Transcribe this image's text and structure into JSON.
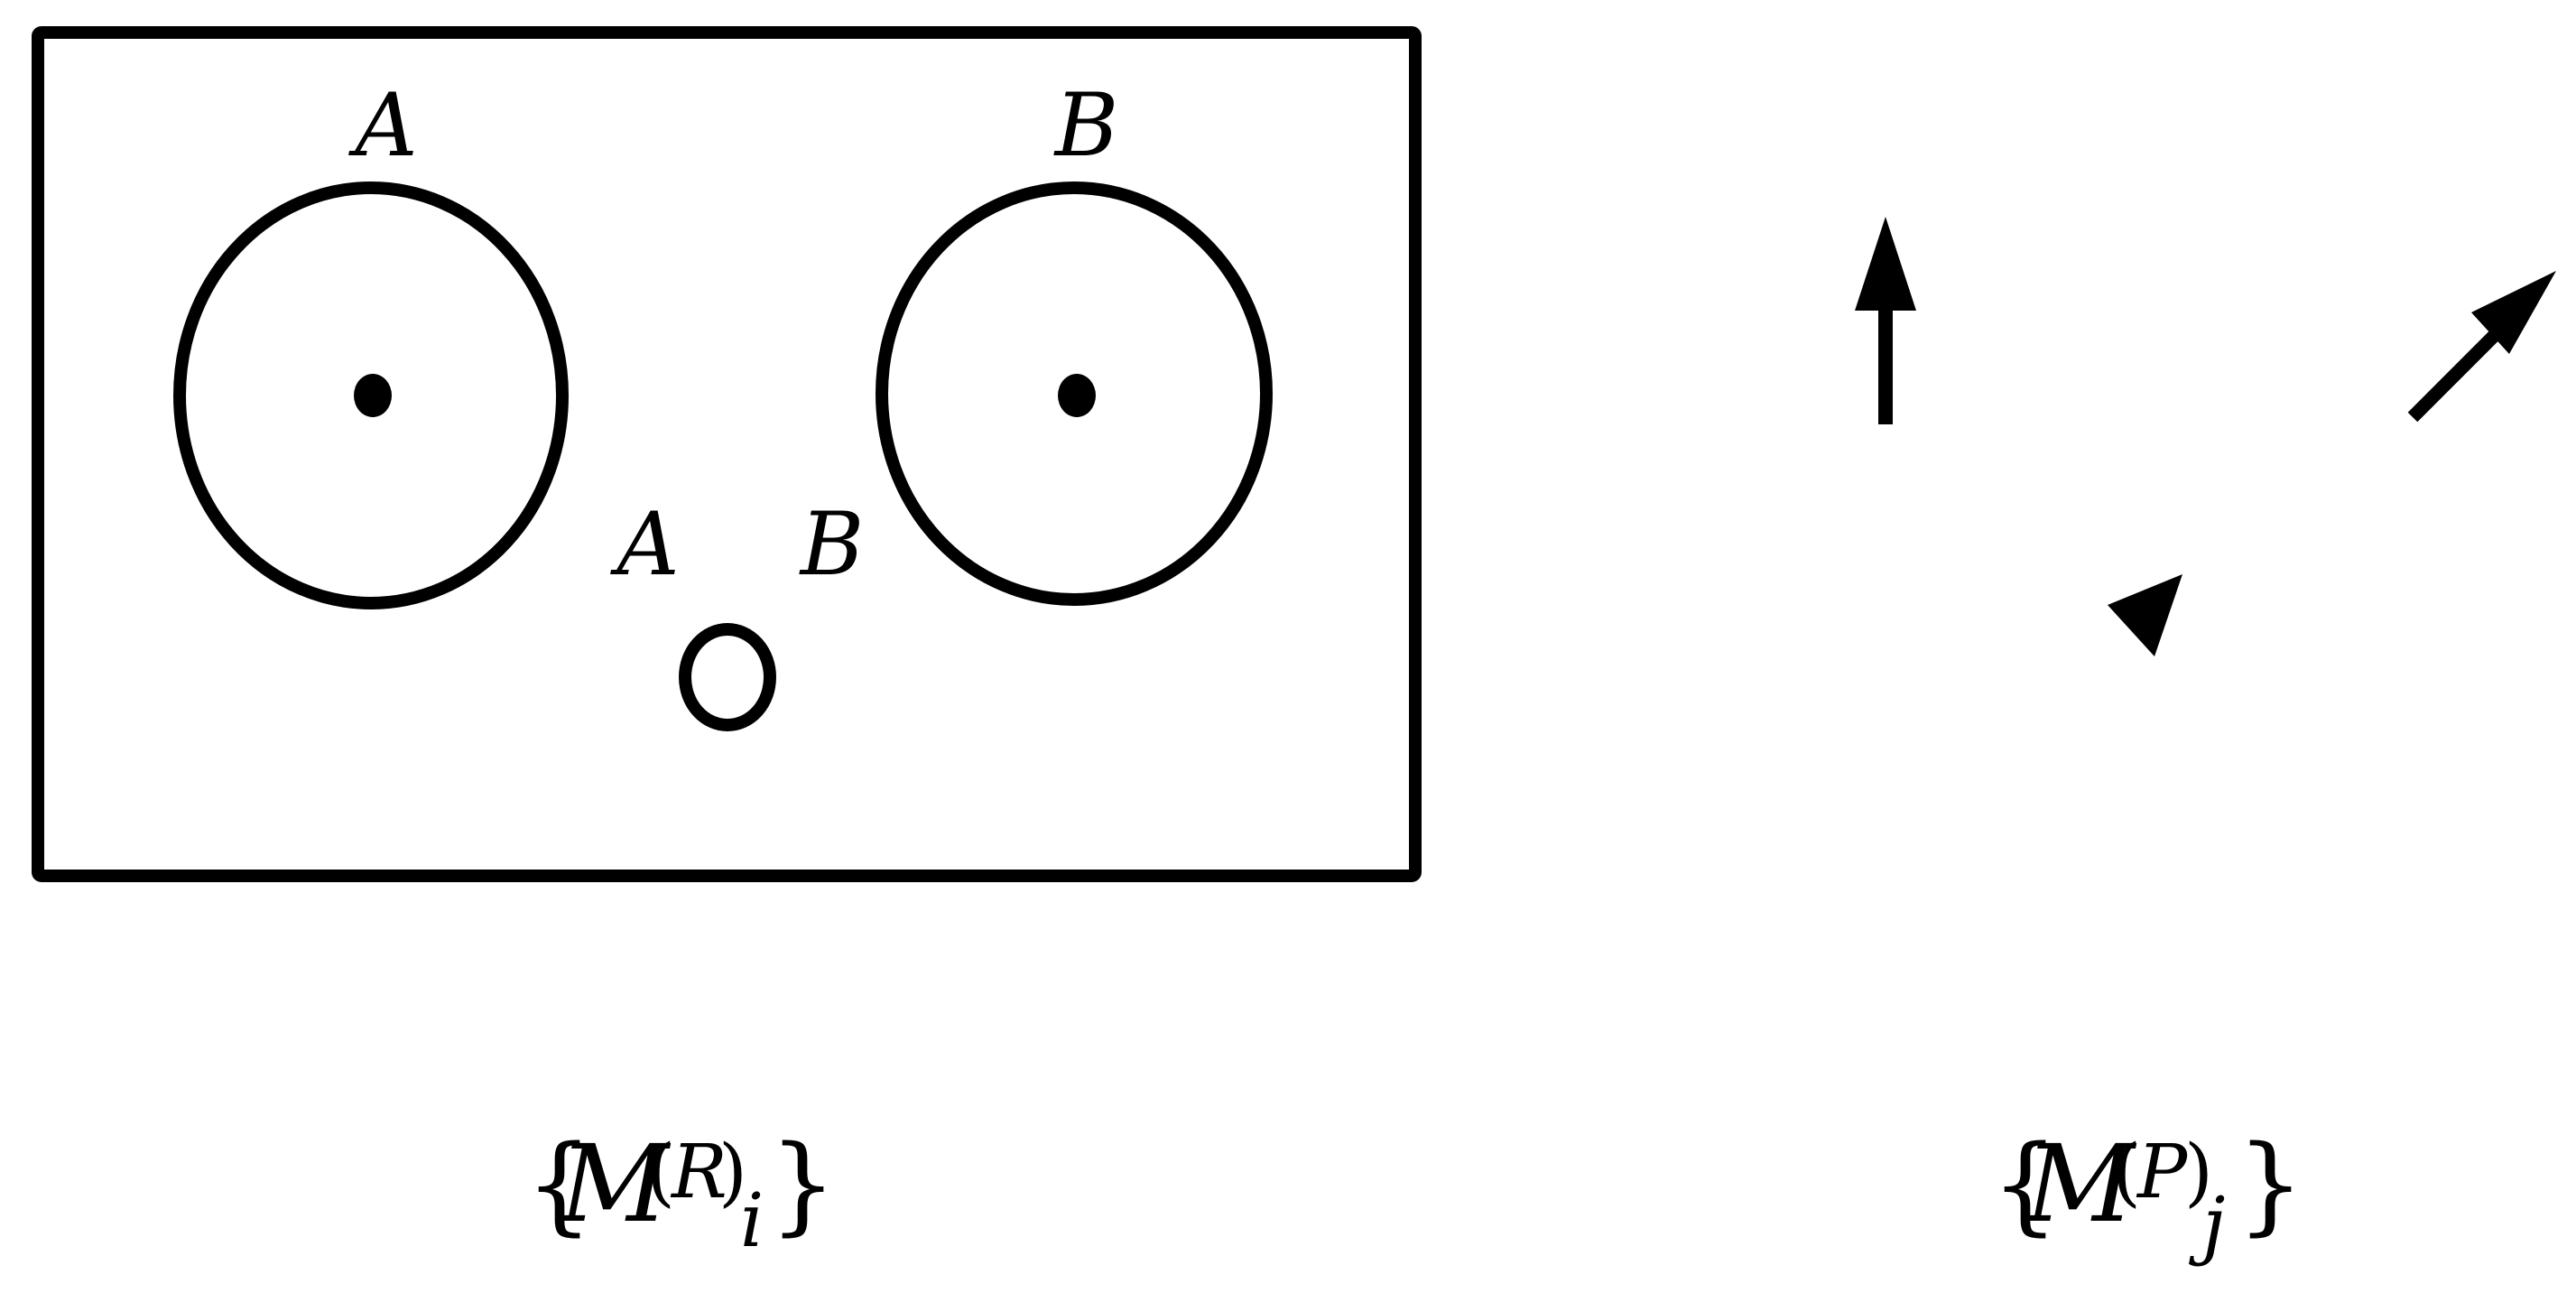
{
  "diagram": {
    "labels": {
      "top_a": "A",
      "top_b": "B",
      "mid_a": "A",
      "mid_b": "B"
    },
    "caption_left": {
      "open_brace": "{",
      "base": "M",
      "sup_open": "(",
      "sup_letter": "R",
      "sup_close": ")",
      "subscript": "i",
      "close_brace": "}"
    },
    "caption_right": {
      "open_brace": "{",
      "base": "M",
      "sup_open": "(",
      "sup_letter": "P",
      "sup_close": ")",
      "subscript": "j",
      "close_brace": "}"
    },
    "colors": {
      "stroke": "#000000",
      "background": "#ffffff"
    }
  }
}
